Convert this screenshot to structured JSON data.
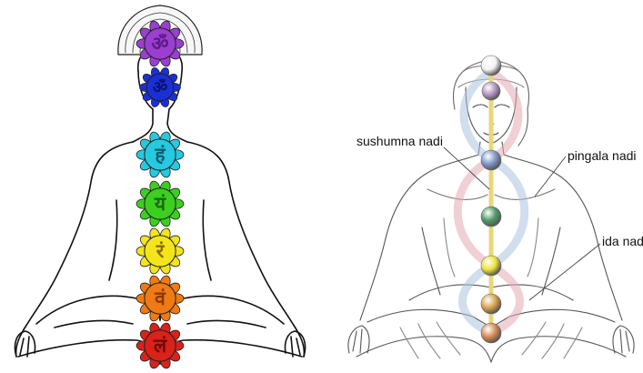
{
  "left_figure": {
    "chakras": [
      {
        "name": "crown",
        "symbol": "ॐ",
        "color": "#9b3fd0",
        "glyph_color": "#5d1a85"
      },
      {
        "name": "third-eye",
        "symbol": "ॐ",
        "color": "#1b2fd6",
        "glyph_color": "#0a1270"
      },
      {
        "name": "throat",
        "symbol": "हं",
        "color": "#26c9e0",
        "glyph_color": "#0d5f70"
      },
      {
        "name": "heart",
        "symbol": "यं",
        "color": "#3ccf20",
        "glyph_color": "#1a6a0a"
      },
      {
        "name": "solar-plexus",
        "symbol": "रं",
        "color": "#f3e51a",
        "glyph_color": "#8a6d00"
      },
      {
        "name": "sacral",
        "symbol": "वं",
        "color": "#f07a14",
        "glyph_color": "#8a3a00"
      },
      {
        "name": "root",
        "symbol": "लं",
        "color": "#d8221a",
        "glyph_color": "#6e0a05"
      }
    ]
  },
  "right_figure": {
    "labels": {
      "sushumna": "sushumna nadi",
      "pingala": "pingala nadi",
      "ida": "ida nad"
    },
    "spheres": [
      {
        "name": "crown-sphere",
        "color": "#f4f4f4"
      },
      {
        "name": "third-eye-sphere",
        "color": "#b596c4"
      },
      {
        "name": "throat-sphere",
        "color": "#7f96c8"
      },
      {
        "name": "heart-sphere",
        "color": "#4e9a66"
      },
      {
        "name": "solar-plexus-sphere",
        "color": "#eee23a"
      },
      {
        "name": "sacral-sphere",
        "color": "#d9a34c"
      },
      {
        "name": "root-sphere",
        "color": "#d78a52"
      }
    ],
    "colors": {
      "sushumna": "#e8d77a",
      "ida": "#a9c3de",
      "pingala": "#e3aab0"
    }
  }
}
